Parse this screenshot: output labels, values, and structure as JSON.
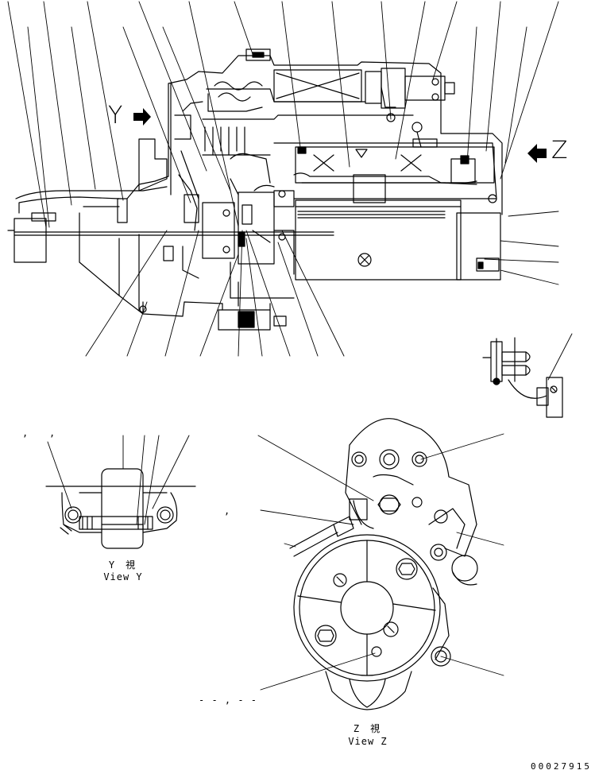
{
  "view_markers": {
    "y_letter": "Y",
    "z_letter": "Z"
  },
  "captions": {
    "view_y_jp": "Y　視",
    "view_y_en": "View Y",
    "view_z_jp": "Z　視",
    "view_z_en": "View Z"
  },
  "marks": {
    "comma_1": ",",
    "comma_2": ",",
    "comma_3": ",",
    "dash_seq": "- - , - -"
  },
  "drawing_number": "00027915",
  "colors": {
    "line": "#000000",
    "background": "#ffffff"
  }
}
